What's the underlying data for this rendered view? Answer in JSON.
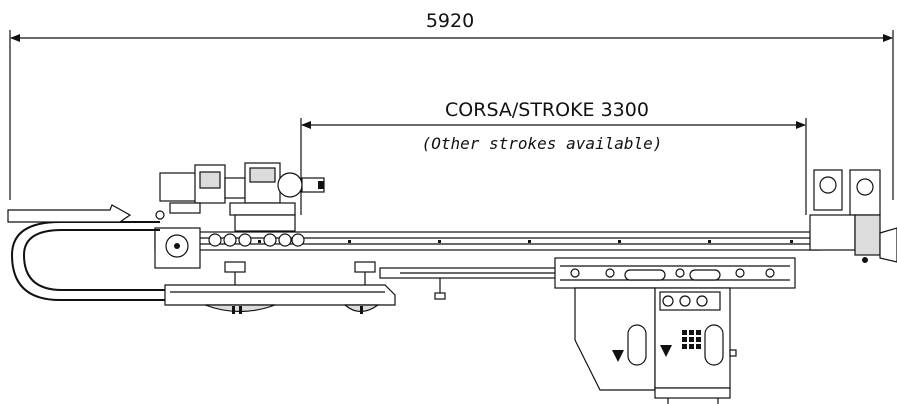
{
  "dimensions": {
    "overall_length": "5920",
    "stroke_label": "CORSA/STROKE 3300",
    "stroke_note": "(Other strokes available)"
  }
}
